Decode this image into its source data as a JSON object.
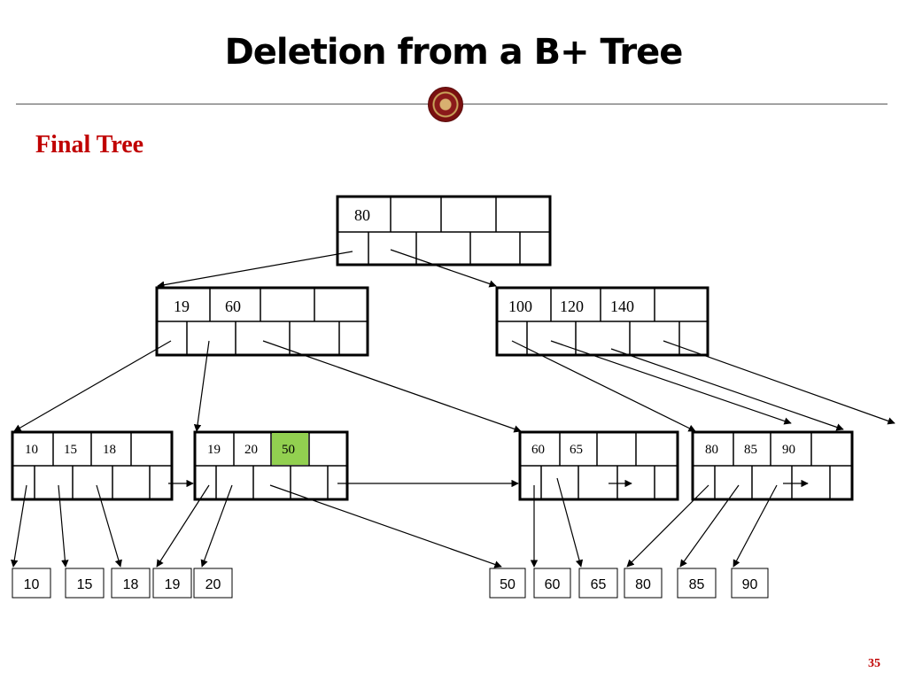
{
  "slide": {
    "title": "Deletion from a B+ Tree",
    "subtitle": "Final Tree",
    "page_number": "35"
  },
  "tree": {
    "root": {
      "keys": [
        "80",
        "",
        "",
        ""
      ]
    },
    "internal": [
      {
        "keys": [
          "19",
          "60",
          "",
          ""
        ]
      },
      {
        "keys": [
          "100",
          "120",
          "140",
          ""
        ]
      }
    ],
    "leaves": [
      {
        "keys": [
          "10",
          "15",
          "18",
          ""
        ]
      },
      {
        "keys": [
          "19",
          "20",
          "50",
          ""
        ],
        "highlight_index": 2,
        "highlight_color": "#92d050"
      },
      {
        "keys": [
          "60",
          "65",
          "",
          ""
        ]
      },
      {
        "keys": [
          "80",
          "85",
          "90",
          ""
        ]
      }
    ],
    "records": [
      "10",
      "15",
      "18",
      "19",
      "20",
      "50",
      "60",
      "65",
      "80",
      "85",
      "90"
    ]
  },
  "colors": {
    "title": "#000000",
    "subtitle": "#c00000",
    "page_number": "#c00000",
    "highlight": "#92d050"
  }
}
